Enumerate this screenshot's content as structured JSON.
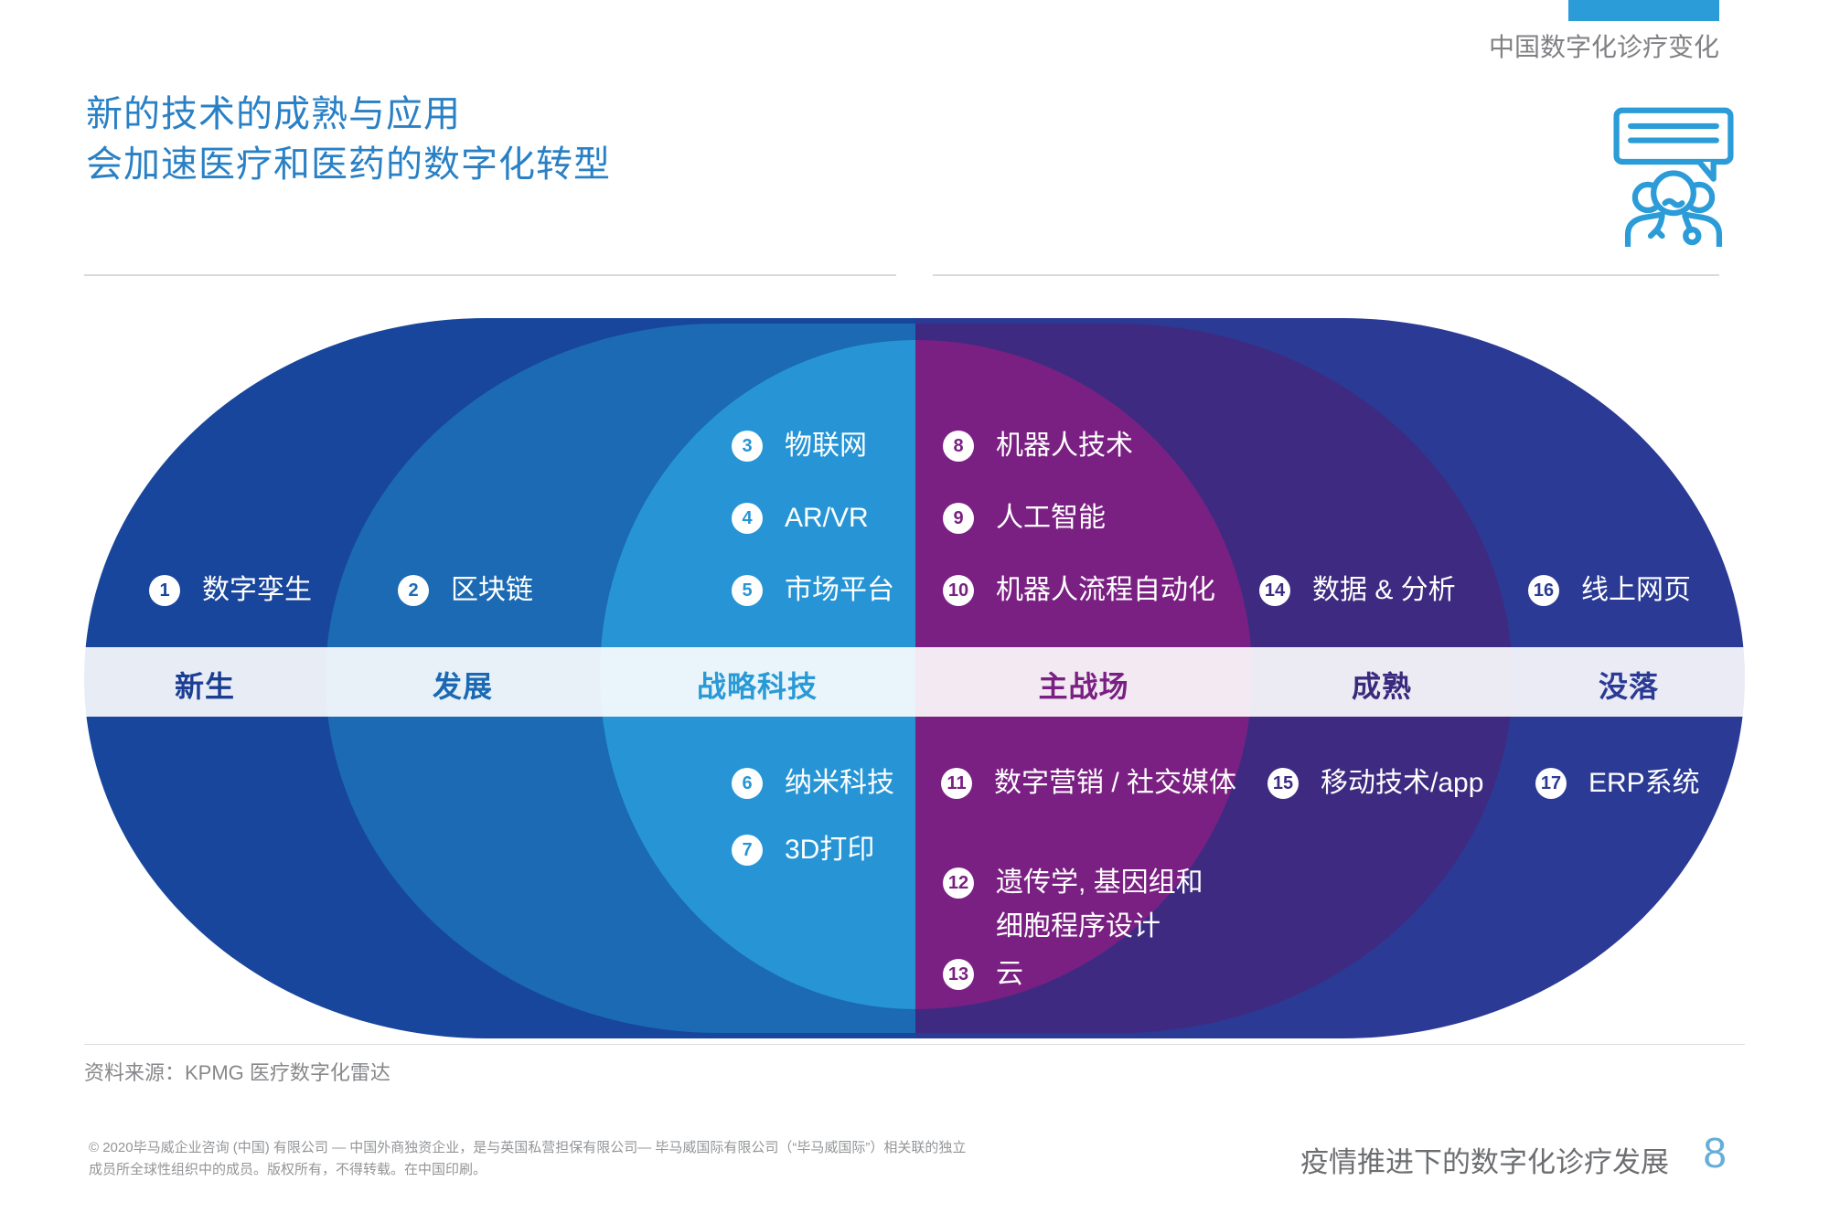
{
  "header": {
    "tab_label": "中国数字化诊疗变化"
  },
  "title": {
    "line1": "新的技术的成熟与应用",
    "line2": "会加速医疗和医药的数字化转型"
  },
  "diagram": {
    "stages": [
      {
        "id": "new",
        "label": "新生"
      },
      {
        "id": "developing",
        "label": "发展"
      },
      {
        "id": "strategic",
        "label": "战略科技"
      },
      {
        "id": "battleground",
        "label": "主战场"
      },
      {
        "id": "mature",
        "label": "成熟"
      },
      {
        "id": "declining",
        "label": "没落"
      }
    ],
    "items": [
      {
        "num": "1",
        "label": "数字孪生",
        "stage": "new"
      },
      {
        "num": "2",
        "label": "区块链",
        "stage": "developing"
      },
      {
        "num": "3",
        "label": "物联网",
        "stage": "strategic"
      },
      {
        "num": "4",
        "label": "AR/VR",
        "stage": "strategic"
      },
      {
        "num": "5",
        "label": "市场平台",
        "stage": "strategic"
      },
      {
        "num": "6",
        "label": "纳米科技",
        "stage": "strategic"
      },
      {
        "num": "7",
        "label": "3D打印",
        "stage": "strategic"
      },
      {
        "num": "8",
        "label": "机器人技术",
        "stage": "battleground"
      },
      {
        "num": "9",
        "label": "人工智能",
        "stage": "battleground"
      },
      {
        "num": "10",
        "label": "机器人流程自动化",
        "stage": "battleground"
      },
      {
        "num": "11",
        "label": "数字营销 / 社交媒体",
        "stage": "battleground"
      },
      {
        "num": "12",
        "label": "遗传学, 基因组和",
        "label2": "细胞程序设计",
        "stage": "battleground"
      },
      {
        "num": "13",
        "label": "云",
        "stage": "battleground"
      },
      {
        "num": "14",
        "label": "数据 & 分析",
        "stage": "mature"
      },
      {
        "num": "15",
        "label": "移动技术/app",
        "stage": "mature"
      },
      {
        "num": "16",
        "label": "线上网页",
        "stage": "declining"
      },
      {
        "num": "17",
        "label": "ERP系统",
        "stage": "declining"
      }
    ]
  },
  "source_line": "资料来源：KPMG 医疗数字化雷达",
  "footer": {
    "copyright_line1": "© 2020毕马威企业咨询 (中国) 有限公司 — 中国外商独资企业，是与英国私营担保有限公司— 毕马威国际有限公司（“毕马威国际”）相关联的独立",
    "copyright_line2": "成员所全球性组织中的成员。版权所有，不得转载。在中国印刷。",
    "doc_title": "疫情推进下的数字化诊疗发展",
    "page_number": "8"
  },
  "colors": {
    "accent_blue": "#2b9cd8",
    "title_blue": "#2980c5",
    "gray_text": "#808184",
    "footer_gray": "#939598",
    "page_num_blue": "#64aed8",
    "stage_new": "#18469c",
    "stage_developing": "#1b6ab3",
    "stage_strategic": "#2795d5",
    "stage_battleground": "#7b2083",
    "stage_mature": "#3e2b81",
    "stage_declining": "#2b3a94",
    "label_new": "#1b3e94",
    "label_developing": "#1a69b2",
    "label_strategic": "#2a9ad7",
    "label_battleground": "#7b2083",
    "label_mature": "#3a2a7e",
    "label_declining": "#2b3a94"
  }
}
